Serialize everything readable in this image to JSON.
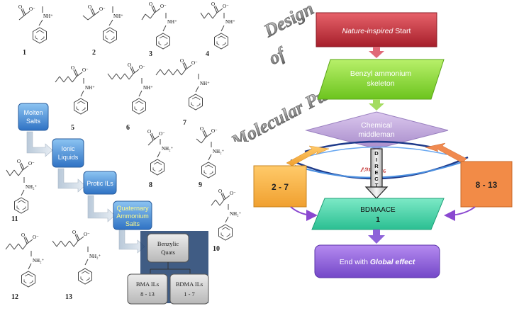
{
  "molecules": [
    {
      "number": "1",
      "ammonium": "NH⁺"
    },
    {
      "number": "2",
      "ammonium": "NH⁺"
    },
    {
      "number": "3",
      "ammonium": "NH⁺"
    },
    {
      "number": "4",
      "ammonium": "NH⁺"
    },
    {
      "number": "5",
      "ammonium": "NH⁺"
    },
    {
      "number": "6",
      "ammonium": "NH⁺"
    },
    {
      "number": "7",
      "ammonium": "NH⁺"
    },
    {
      "number": "8",
      "ammonium": "NH₂⁺"
    },
    {
      "number": "9",
      "ammonium": "NH₂⁺"
    },
    {
      "number": "10",
      "ammonium": "NH₂⁺"
    },
    {
      "number": "11",
      "ammonium": "NH₂⁺"
    },
    {
      "number": "12",
      "ammonium": "NH₂⁺"
    },
    {
      "number": "13",
      "ammonium": "NH₂⁺"
    }
  ],
  "carboxylate": "O⁻",
  "oxygen": "O",
  "stairs": {
    "molten_line1": "Molten",
    "molten_line2": "Salts",
    "ionic_line1": "Ionic",
    "ionic_line2": "Liquids",
    "protic": "Protic ILs",
    "quat_line1": "Quaternary",
    "quat_line2": "Ammonium",
    "quat_line3": "Salts",
    "benzylic_line1": "Benzylic",
    "benzylic_line2": "Quats",
    "bma_line1": "BMA ILs",
    "bma_line2": "8 - 13",
    "bdma_line1": "BDMA ILs",
    "bdma_line2": "1 - 7"
  },
  "title": {
    "line1": "Design",
    "line2": "of",
    "line3": "Molecular Puzzle"
  },
  "flow": {
    "start_italic": "Nature-inspired",
    "start_rest": " Start",
    "benzyl_line1": "Benzyl ammonium",
    "benzyl_line2": "skeleton",
    "middleman_line1": "Chemical",
    "middleman_line2": "middleman",
    "direct": [
      "D",
      "I",
      "R",
      "E",
      "C",
      "T"
    ],
    "variable": "Variable",
    "left_box": "2 - 7",
    "right_box": "8 - 13",
    "bdmaace_line1": "BDMAACE",
    "bdmaace_line2": "1",
    "end_prefix": "End with ",
    "end_italic": "Global effect"
  },
  "colors": {
    "start": "#c0303a",
    "skeleton": "#8fd83a",
    "middleman": "#c3a8dd",
    "side_box": "#f5b04a",
    "bdmaace": "#3fd1a6",
    "end": "#8e63d9",
    "stair": "#4a8fd8"
  }
}
